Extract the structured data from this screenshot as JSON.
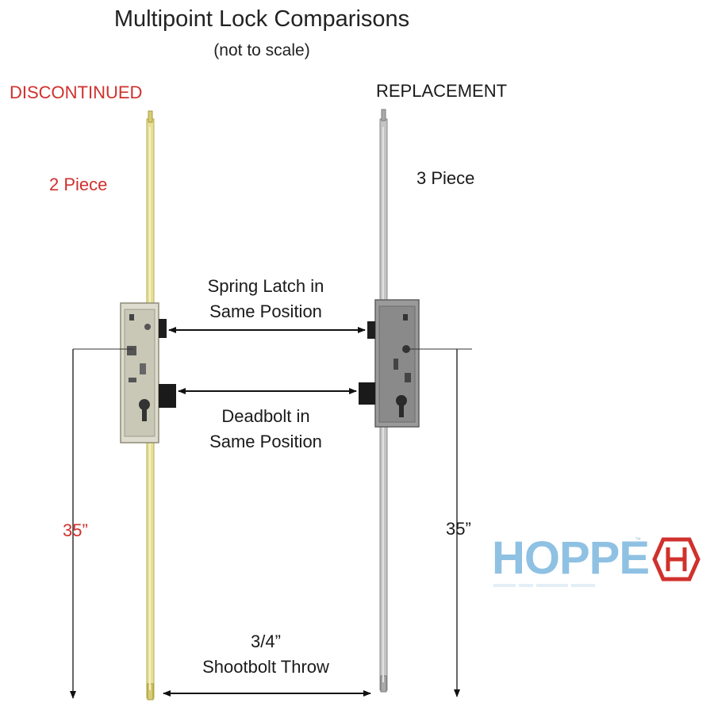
{
  "title": "Multipoint Lock Comparisons",
  "subtitle": "(not to scale)",
  "left": {
    "status": "DISCONTINUED",
    "pieces": "2 Piece",
    "length": "35”"
  },
  "right": {
    "status": "REPLACEMENT",
    "pieces": "3 Piece",
    "length": "35”"
  },
  "annotations": {
    "latch_line1": "Spring Latch in",
    "latch_line2": "Same Position",
    "deadbolt_line1": "Deadbolt in",
    "deadbolt_line2": "Same Position",
    "throw_line1": "3/4”",
    "throw_line2": "Shootbolt Throw"
  },
  "logo": {
    "text": "HOPPE",
    "tm": "™",
    "text_color": "#8fc1e3",
    "mark_color": "#d0312d"
  },
  "colors": {
    "discontinued": "#d0312d",
    "brass": "#e6df9a",
    "silver": "#b4b4b4"
  }
}
